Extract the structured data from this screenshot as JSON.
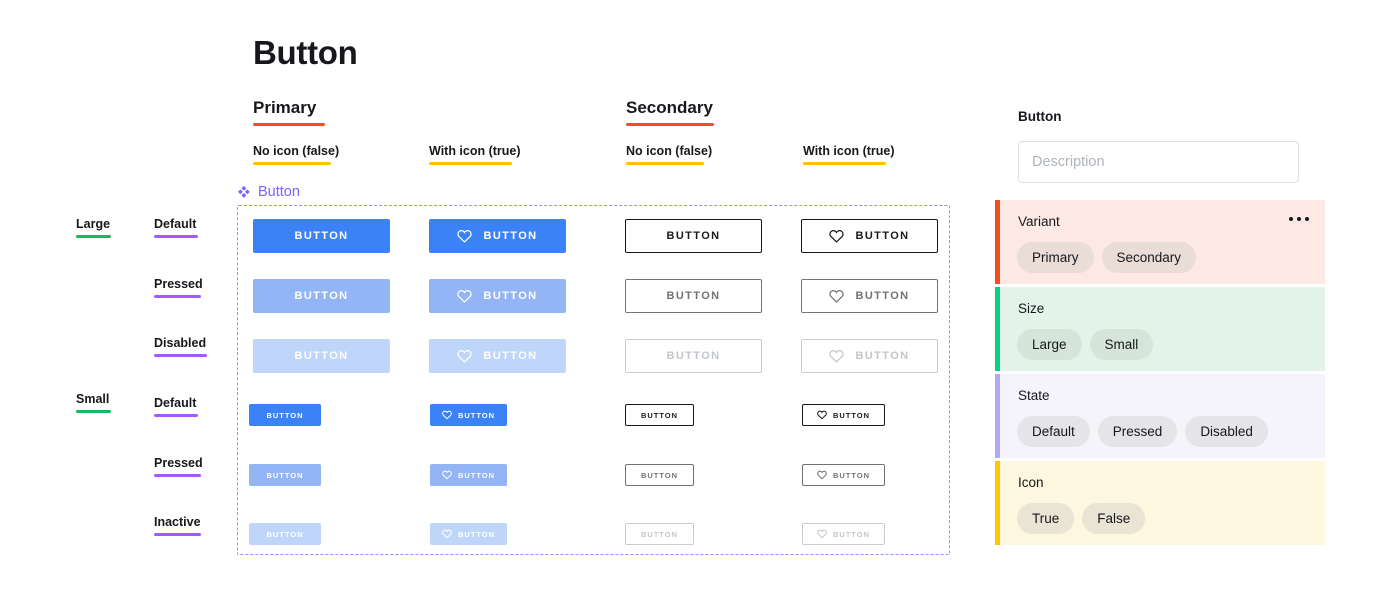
{
  "page": {
    "title": "Button"
  },
  "column_headers": {
    "major": [
      {
        "label": "Primary"
      },
      {
        "label": "Secondary"
      }
    ],
    "minor": [
      {
        "label": "No icon (false)"
      },
      {
        "label": "With icon (true)"
      },
      {
        "label": "No icon (false)"
      },
      {
        "label": "With icon (true)"
      }
    ]
  },
  "row_headers": {
    "sizes": [
      {
        "label": "Large"
      },
      {
        "label": "Small"
      }
    ],
    "states": [
      {
        "label": "Default"
      },
      {
        "label": "Pressed"
      },
      {
        "label": "Disabled"
      },
      {
        "label": "Default"
      },
      {
        "label": "Pressed"
      },
      {
        "label": "Inactive"
      }
    ]
  },
  "component_set": {
    "icon": "component-set-diamond-icon",
    "label": "Button"
  },
  "buttons": {
    "label": "BUTTON",
    "icon": "heart-icon",
    "matrix": [
      {
        "size": "Large",
        "state": "Default",
        "variant": "Primary",
        "icon": false
      },
      {
        "size": "Large",
        "state": "Default",
        "variant": "Primary",
        "icon": true
      },
      {
        "size": "Large",
        "state": "Default",
        "variant": "Secondary",
        "icon": false
      },
      {
        "size": "Large",
        "state": "Default",
        "variant": "Secondary",
        "icon": true
      },
      {
        "size": "Large",
        "state": "Pressed",
        "variant": "Primary",
        "icon": false
      },
      {
        "size": "Large",
        "state": "Pressed",
        "variant": "Primary",
        "icon": true
      },
      {
        "size": "Large",
        "state": "Pressed",
        "variant": "Secondary",
        "icon": false
      },
      {
        "size": "Large",
        "state": "Pressed",
        "variant": "Secondary",
        "icon": true
      },
      {
        "size": "Large",
        "state": "Disabled",
        "variant": "Primary",
        "icon": false
      },
      {
        "size": "Large",
        "state": "Disabled",
        "variant": "Primary",
        "icon": true
      },
      {
        "size": "Large",
        "state": "Disabled",
        "variant": "Secondary",
        "icon": false
      },
      {
        "size": "Large",
        "state": "Disabled",
        "variant": "Secondary",
        "icon": true
      },
      {
        "size": "Small",
        "state": "Default",
        "variant": "Primary",
        "icon": false
      },
      {
        "size": "Small",
        "state": "Default",
        "variant": "Primary",
        "icon": true
      },
      {
        "size": "Small",
        "state": "Default",
        "variant": "Secondary",
        "icon": false
      },
      {
        "size": "Small",
        "state": "Default",
        "variant": "Secondary",
        "icon": true
      },
      {
        "size": "Small",
        "state": "Pressed",
        "variant": "Primary",
        "icon": false
      },
      {
        "size": "Small",
        "state": "Pressed",
        "variant": "Primary",
        "icon": true
      },
      {
        "size": "Small",
        "state": "Pressed",
        "variant": "Secondary",
        "icon": false
      },
      {
        "size": "Small",
        "state": "Pressed",
        "variant": "Secondary",
        "icon": true
      },
      {
        "size": "Small",
        "state": "Inactive",
        "variant": "Primary",
        "icon": false
      },
      {
        "size": "Small",
        "state": "Inactive",
        "variant": "Primary",
        "icon": true
      },
      {
        "size": "Small",
        "state": "Inactive",
        "variant": "Secondary",
        "icon": false
      },
      {
        "size": "Small",
        "state": "Inactive",
        "variant": "Secondary",
        "icon": true
      }
    ]
  },
  "right_panel": {
    "title": "Button",
    "description_placeholder": "Description",
    "description_value": "",
    "properties": [
      {
        "name": "Variant",
        "values": [
          "Primary",
          "Secondary"
        ],
        "menu": "more-options-icon"
      },
      {
        "name": "Size",
        "values": [
          "Large",
          "Small"
        ]
      },
      {
        "name": "State",
        "values": [
          "Default",
          "Pressed",
          "Disabled"
        ]
      },
      {
        "name": "Icon",
        "values": [
          "True",
          "False"
        ]
      }
    ]
  },
  "colors": {
    "primary_default": "#3B82F6",
    "primary_pressed": "#93B4F5",
    "primary_disabled": "#BFD5FA",
    "secondary_default_border": "#16181C",
    "secondary_pressed_border": "#6E7478",
    "secondary_disabled_border": "#C9CDD1",
    "major_rule": "#FF4A19",
    "minor_rule": "#FFC107",
    "size_rule": "#19B863",
    "state_rule": "#A259FF",
    "component_purple": "#7B61FF",
    "accent_variant": "#F24E1E",
    "accent_size": "#0ACF83",
    "accent_state": "#B6A7F2",
    "accent_icon": "#FFC700"
  }
}
